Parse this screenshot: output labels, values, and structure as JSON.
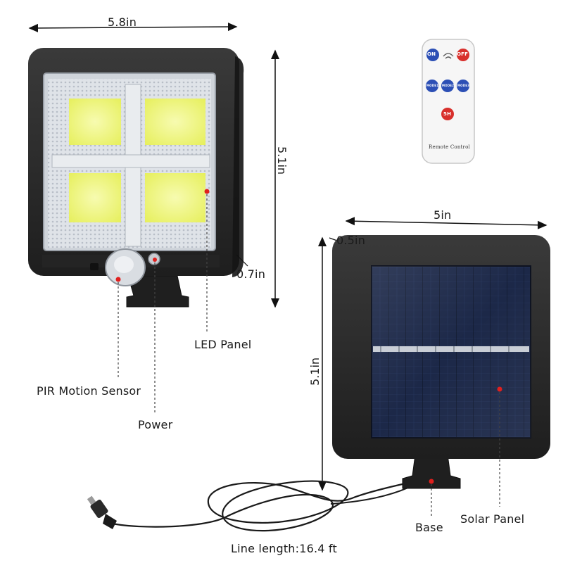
{
  "dimensions": {
    "light_width": "5.8in",
    "light_height": "5.1in",
    "light_depth": "0.7in",
    "panel_width": "5in",
    "panel_depth": "0.5in",
    "panel_height": "5.1in"
  },
  "callouts": {
    "led_panel": "LED Panel",
    "pir_sensor": "PIR Motion Sensor",
    "power": "Power",
    "solar_panel": "Solar Panel",
    "base": "Base",
    "line_length": "Line length:16.4 ft"
  },
  "remote": {
    "on": "ON",
    "off": "OFF",
    "mode1": "MODE1",
    "mode2": "MODE2",
    "mode3": "MODE3",
    "timer": "5H",
    "label": "Remote Control"
  },
  "colors": {
    "housing": "#2b2b2b",
    "led_glow": "#eef57a",
    "marker": "#e0201e",
    "solar_cell": "#1d2a4a"
  }
}
